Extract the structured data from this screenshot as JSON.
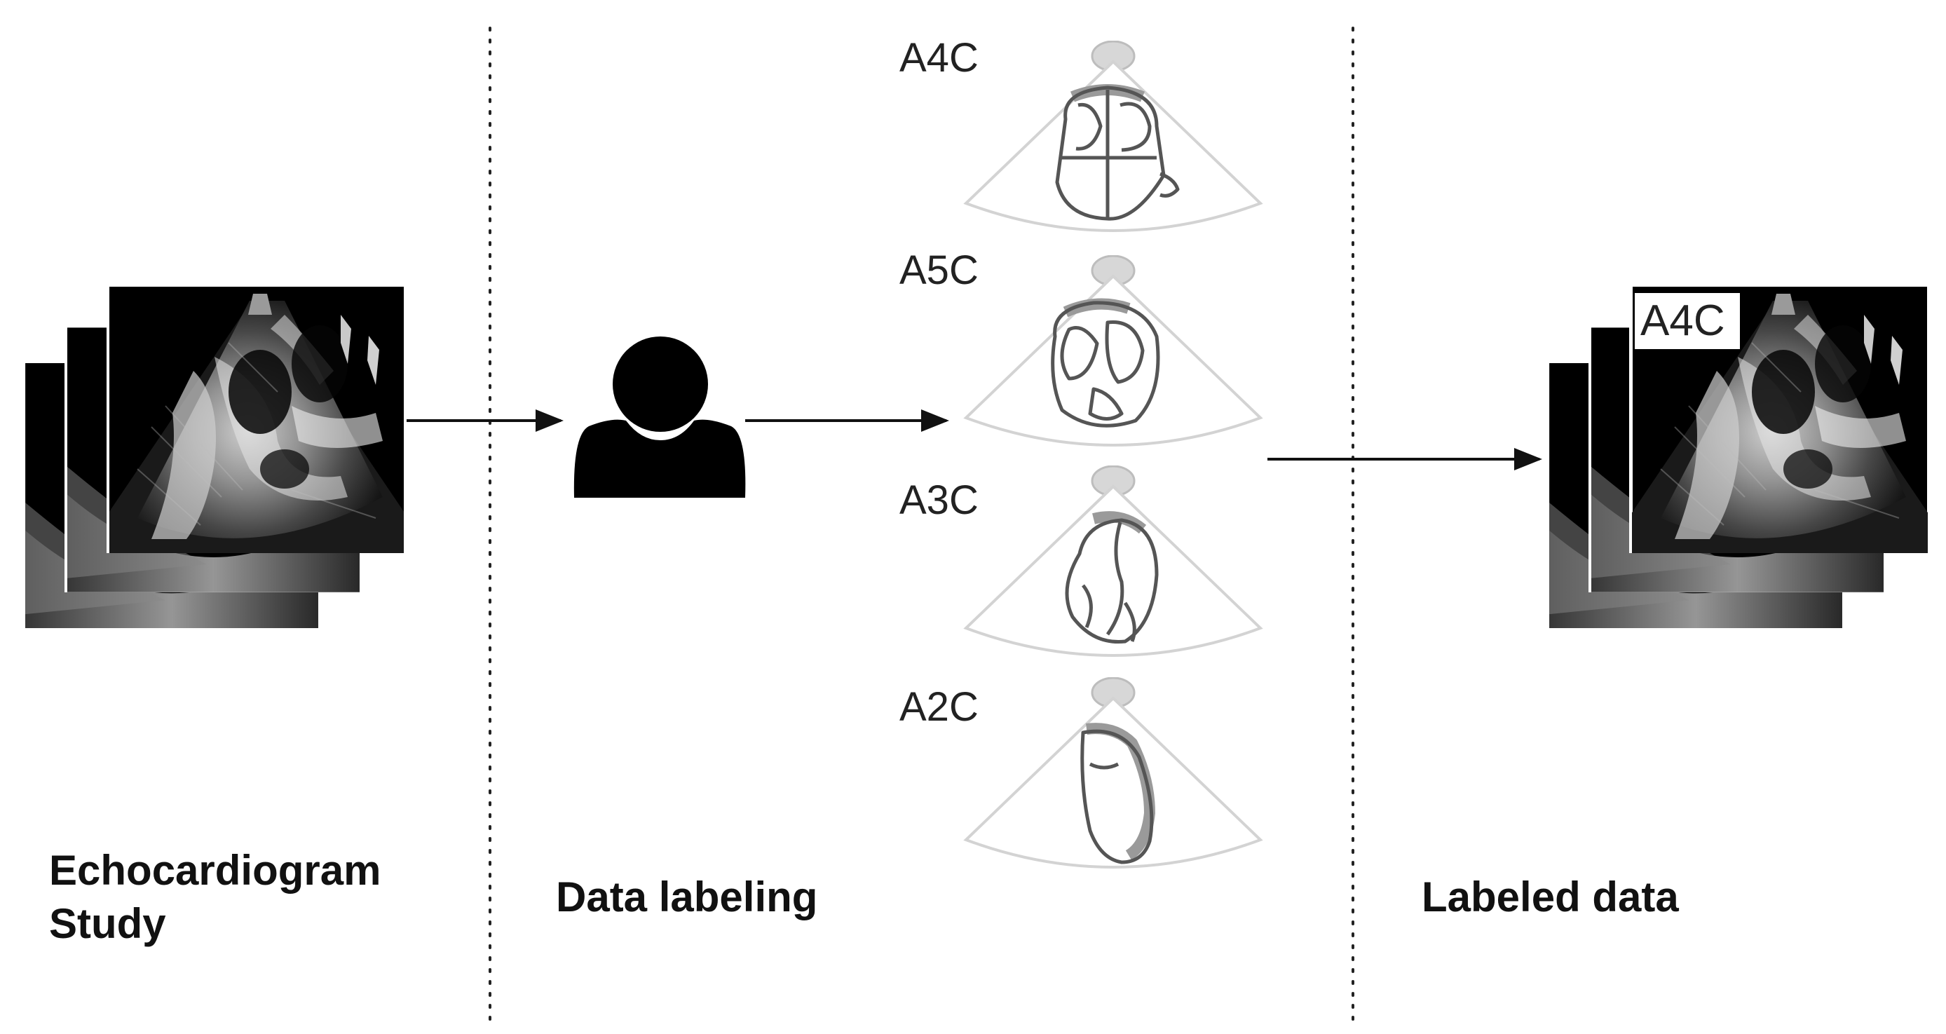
{
  "stages": {
    "study": {
      "line1": "Echocardiogram",
      "line2": "Study"
    },
    "labeling": "Data labeling",
    "labeled": "Labeled data"
  },
  "views": [
    {
      "label": "A4C"
    },
    {
      "label": "A5C"
    },
    {
      "label": "A3C"
    },
    {
      "label": "A2C"
    }
  ],
  "output_tag": "A4C",
  "colors": {
    "text": "#111111",
    "arrow": "#111111",
    "divider": "#222222",
    "sector_outline": "#d0d0d0",
    "heart_outline": "#555555",
    "heart_fill": "#9a9a9a"
  }
}
